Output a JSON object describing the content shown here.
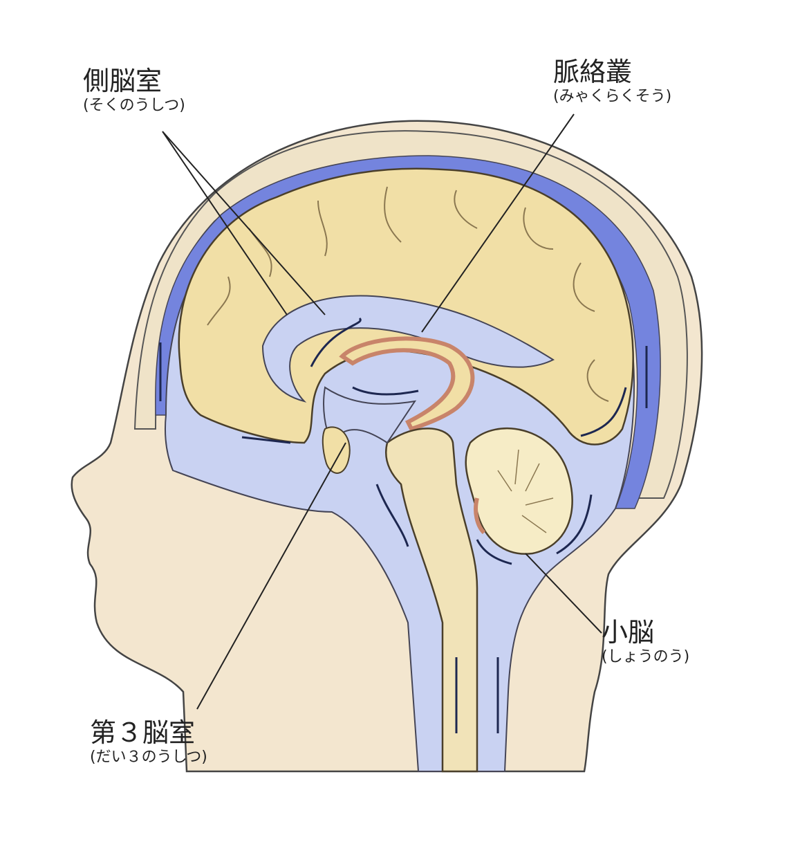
{
  "labels": {
    "lateral_ventricle": {
      "name": "側脳室",
      "reading": "(そくのうしつ)"
    },
    "choroid_plexus": {
      "name": "脈絡叢",
      "reading": "(みゃくらくそう)"
    },
    "cerebellum": {
      "name": "小脳",
      "reading": "(しょうのう)"
    },
    "third_ventricle": {
      "name": "第３脳室",
      "reading": "(だい３のうしつ)"
    }
  },
  "colors": {
    "skin": "#f3e6cf",
    "csf": "#c9d2f2",
    "sinus": "#6f7fdc",
    "brain": "#f1dfa6",
    "plexus": "#c8846a",
    "line": "#222222"
  }
}
